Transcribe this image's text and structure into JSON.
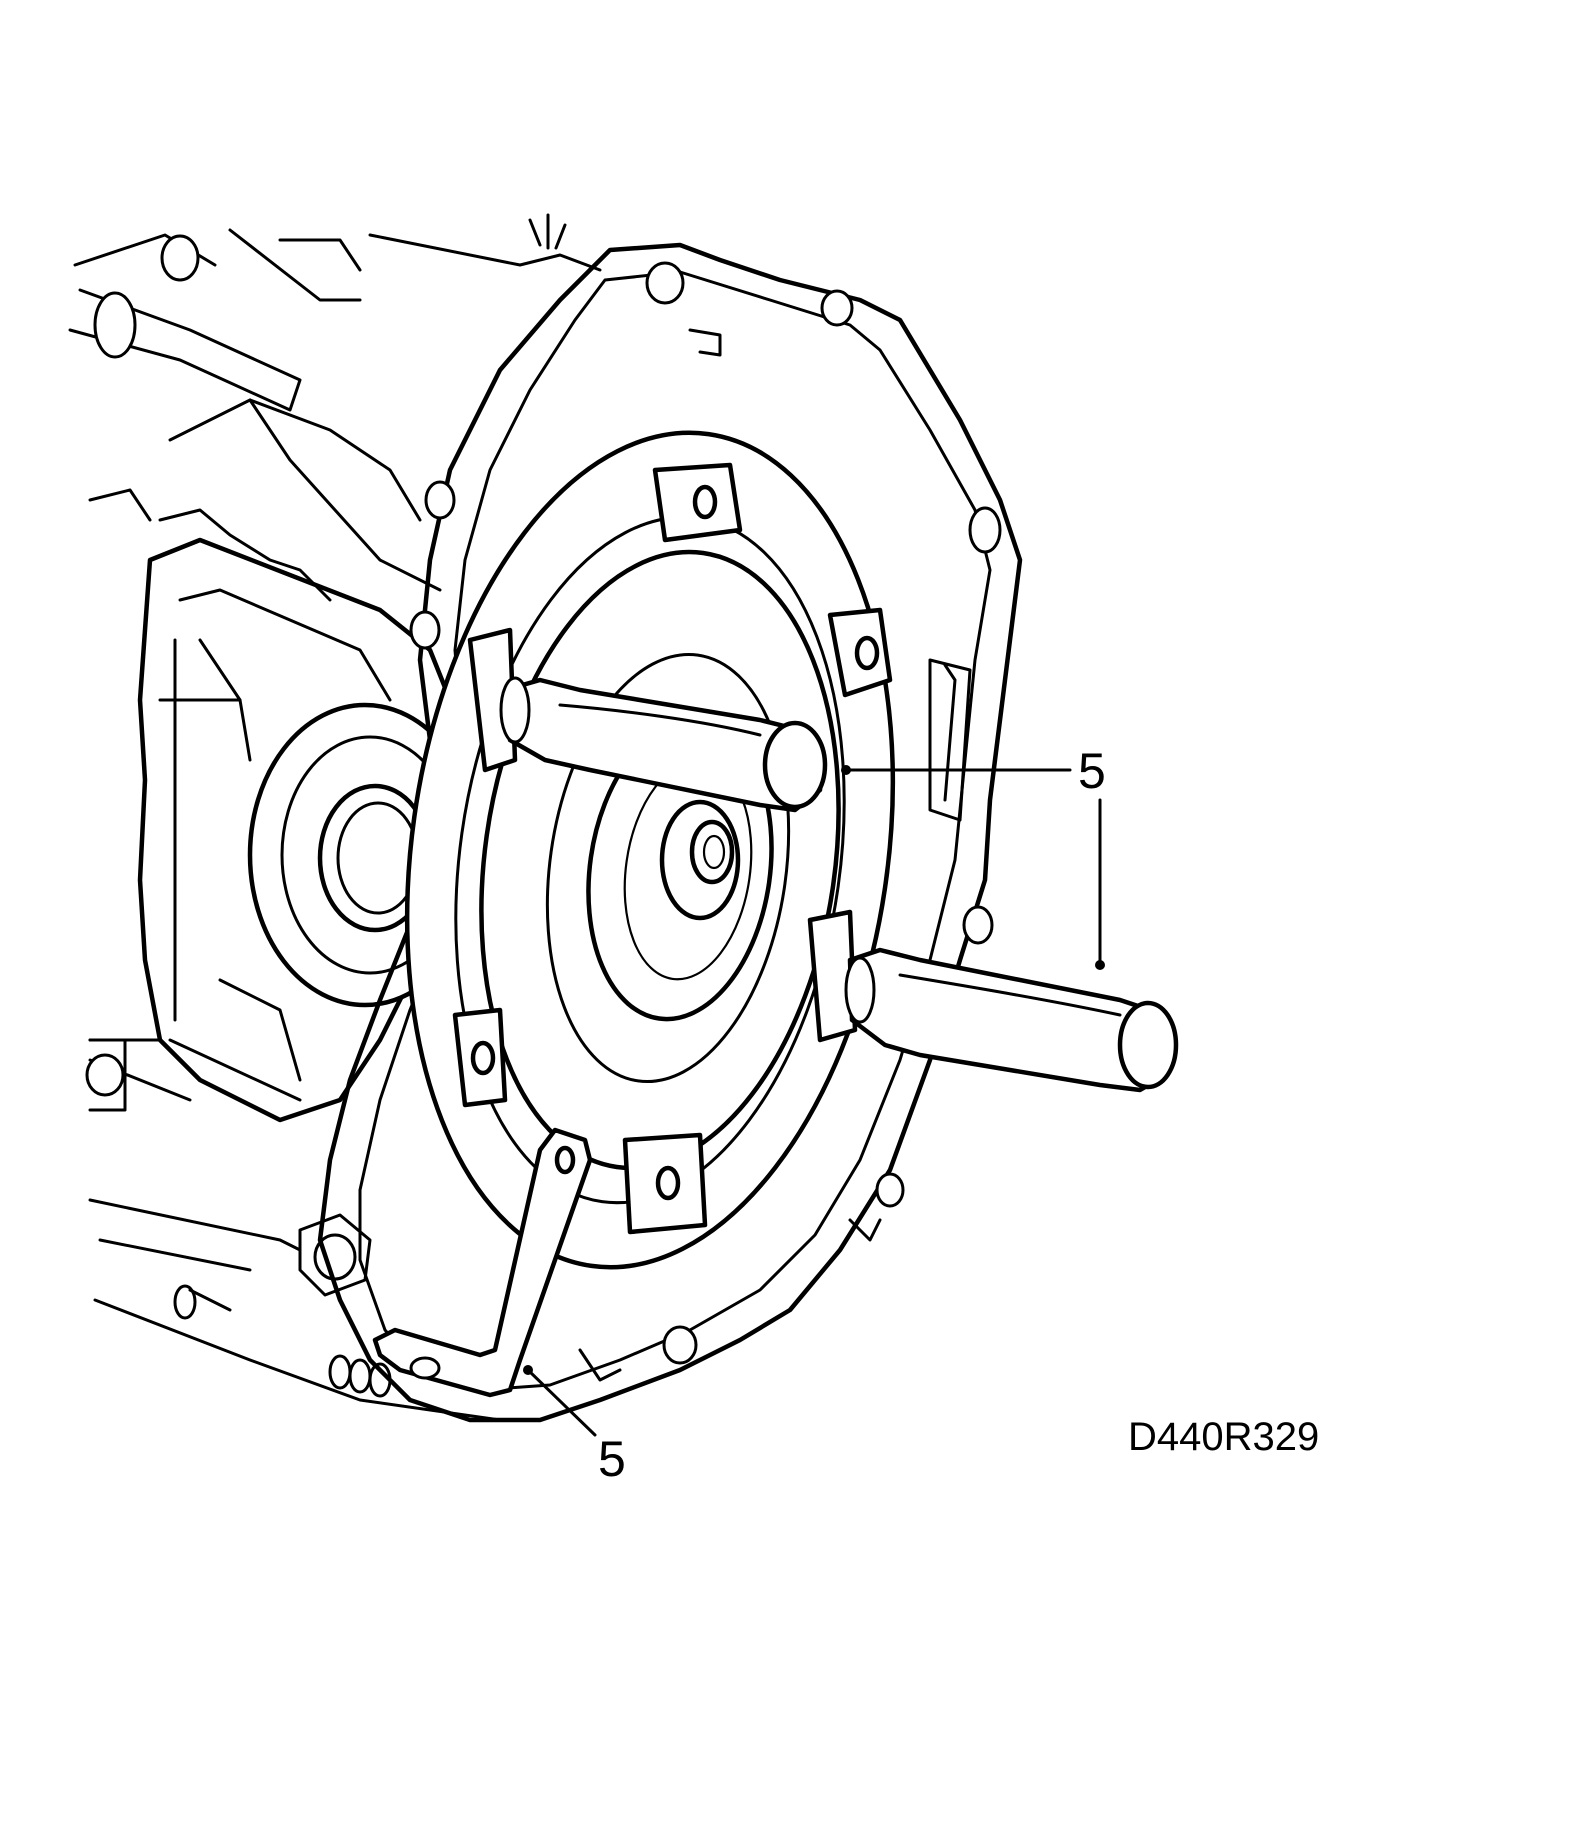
{
  "callouts": [
    {
      "label": "5"
    },
    {
      "label": "5"
    }
  ],
  "figure_reference": "D440R329"
}
